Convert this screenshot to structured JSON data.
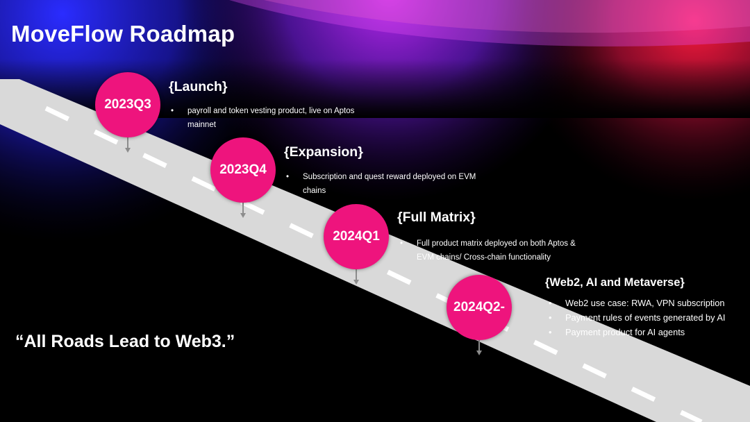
{
  "title": "MoveFlow Roadmap",
  "quote": "“All Roads Lead to Web3.”",
  "colors": {
    "milestone": "#ee147d",
    "background": "#000000",
    "road": "#d9d9d9"
  },
  "milestones": [
    {
      "label": "2023Q3",
      "title": "{Launch}",
      "bullets": [
        "payroll and token vesting product, live on Aptos mainnet"
      ]
    },
    {
      "label": "2023Q4",
      "title": "{Expansion}",
      "bullets": [
        "Subscription and quest reward deployed on EVM chains"
      ]
    },
    {
      "label": "2024Q1",
      "title": "{Full Matrix}",
      "bullets": [
        "Full product matrix deployed on both Aptos & EVM chains/ Cross-chain functionality"
      ]
    },
    {
      "label": "2024Q2-",
      "title": "{Web2, AI and Metaverse}",
      "bullets": [
        "Web2 use case: RWA, VPN subscription",
        "Payment rules of events generated by AI",
        "Payment product for AI agents"
      ]
    }
  ]
}
